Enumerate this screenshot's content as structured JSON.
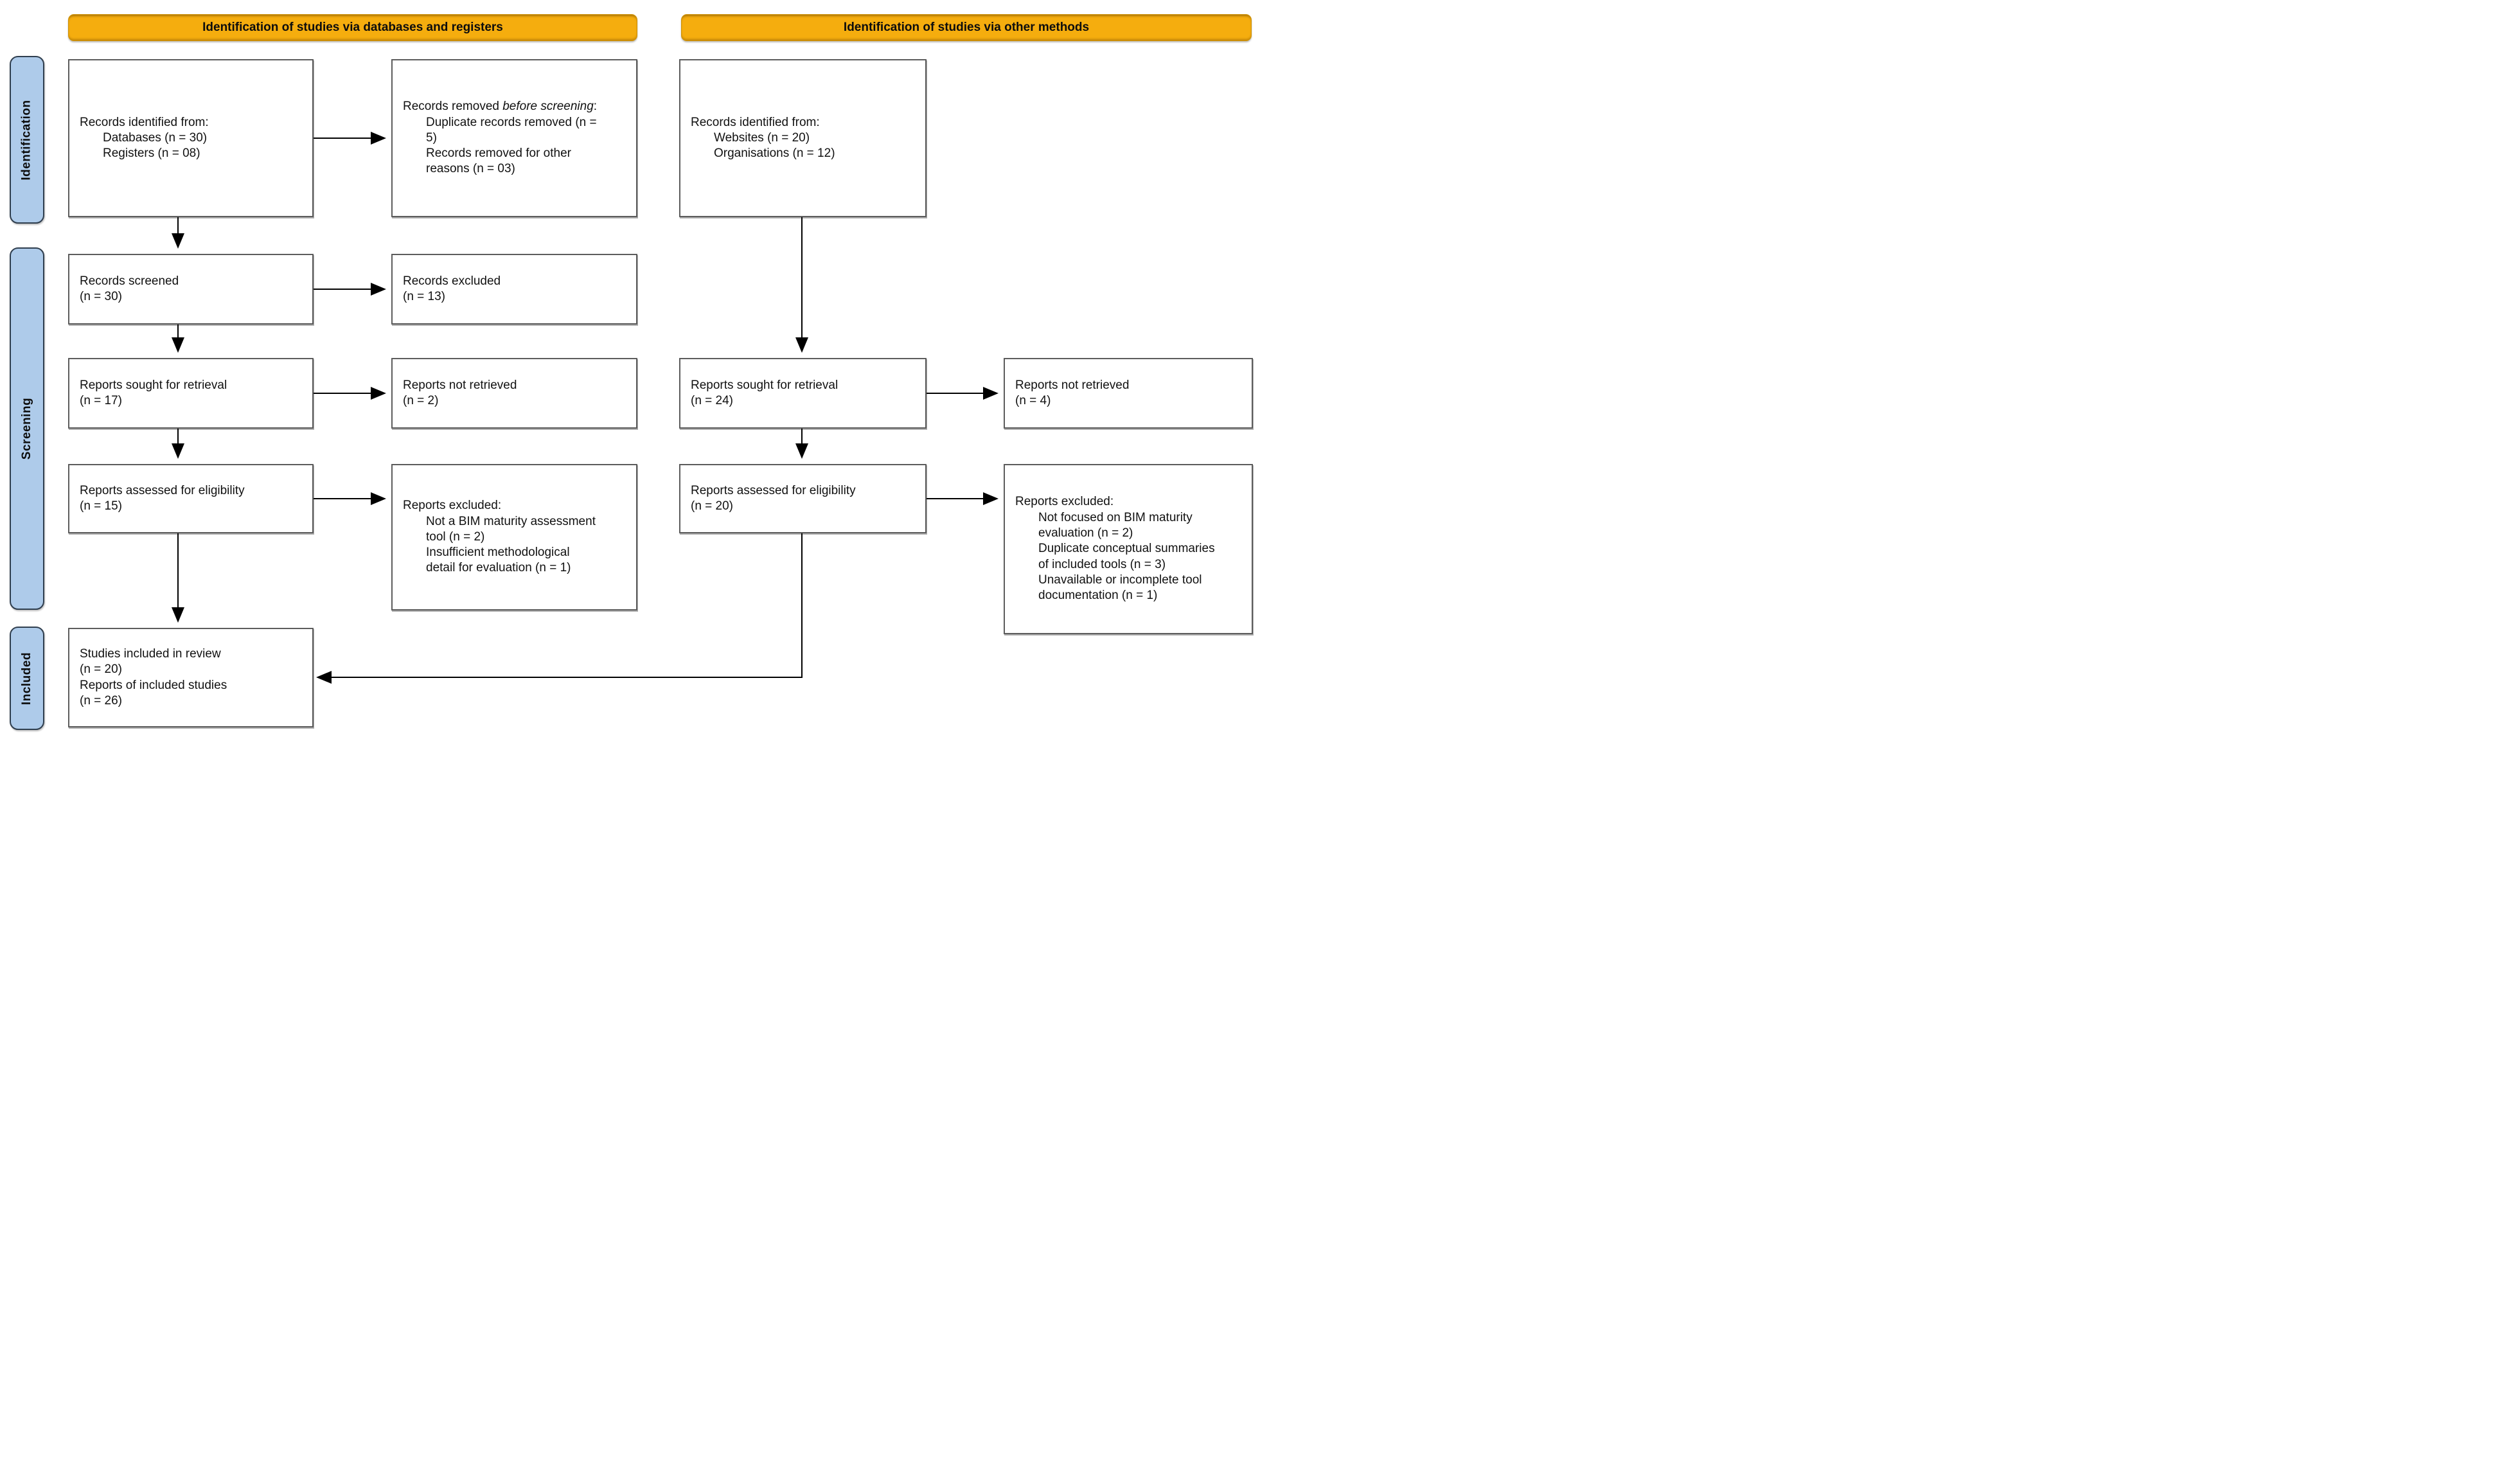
{
  "banners": {
    "left": "Identification of studies via databases and registers",
    "right": "Identification of studies via other methods"
  },
  "stages": {
    "identification": "Identification",
    "screening": "Screening",
    "included": "Included"
  },
  "boxes": {
    "records_identified_db": {
      "title": "Records identified from:",
      "item1": "Databases (n = 30)",
      "item2": "Registers (n = 08)"
    },
    "records_removed": {
      "title_prefix": "Records removed ",
      "title_italic": "before screening",
      "title_suffix": ":",
      "item1": "Duplicate records removed (n = 5)",
      "item2": "Records removed for other reasons (n = 03)"
    },
    "records_identified_other": {
      "title": "Records identified from:",
      "item1": "Websites (n = 20)",
      "item2": "Organisations (n = 12)"
    },
    "records_screened": {
      "line1": "Records screened",
      "line2": "(n = 30)"
    },
    "records_excluded": {
      "line1": "Records excluded",
      "line2": "(n = 13)"
    },
    "reports_sought_db": {
      "line1": "Reports sought for retrieval",
      "line2": "(n = 17)"
    },
    "reports_not_retrieved_db": {
      "line1": "Reports not retrieved",
      "line2": "(n = 2)"
    },
    "reports_sought_other": {
      "line1": "Reports sought for retrieval",
      "line2": "(n = 24)"
    },
    "reports_not_retrieved_other": {
      "line1": "Reports not retrieved",
      "line2": "(n = 4)"
    },
    "reports_assessed_db": {
      "line1": "Reports assessed for eligibility",
      "line2": "(n = 15)"
    },
    "reports_excluded_db": {
      "title": "Reports excluded:",
      "item1": "Not a BIM maturity assessment tool (n = 2)",
      "item2": "Insufficient methodological detail for evaluation (n = 1)"
    },
    "reports_assessed_other": {
      "line1": "Reports assessed for eligibility",
      "line2": "(n = 20)"
    },
    "reports_excluded_other": {
      "title": "Reports excluded:",
      "item1": "Not focused on BIM maturity evaluation (n = 2)",
      "item2": "Duplicate conceptual summaries of included tools (n = 3)",
      "item3": "Unavailable or incomplete tool documentation (n = 1)"
    },
    "studies_included": {
      "line1": "Studies included in review",
      "line2": "(n = 20)",
      "line3": "Reports of included studies",
      "line4": "(n = 26)"
    }
  },
  "colors": {
    "banner_fill": "#F5AD0E",
    "stage_fill": "#AECBEA",
    "stage_border": "#2F3E4E",
    "box_border": "#5C5C5C",
    "arrow": "#000000",
    "text": "#111111"
  }
}
